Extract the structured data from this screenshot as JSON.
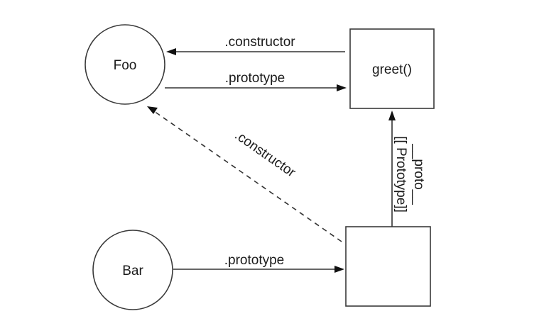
{
  "diagram": {
    "title": "",
    "nodes": [
      {
        "id": "foo",
        "shape": "circle",
        "label": "Foo"
      },
      {
        "id": "greet",
        "shape": "rect",
        "label": "greet()"
      },
      {
        "id": "bar",
        "shape": "circle",
        "label": "Bar"
      },
      {
        "id": "bar_proto",
        "shape": "rect",
        "label": ""
      }
    ],
    "edges": [
      {
        "id": "foo-greet-constructor",
        "from": "greet",
        "to": "foo",
        "label": ".constructor",
        "style": "solid"
      },
      {
        "id": "foo-greet-prototype",
        "from": "foo",
        "to": "greet",
        "label": ".prototype",
        "style": "solid"
      },
      {
        "id": "barproto-foo-constructor",
        "from": "bar_proto",
        "to": "foo",
        "label": ".constructor",
        "style": "dashed"
      },
      {
        "id": "barproto-greet-proto",
        "from": "bar_proto",
        "to": "greet",
        "label": "__proto__",
        "label2": "[[ Prototype]]",
        "style": "solid"
      },
      {
        "id": "bar-barproto-prototype",
        "from": "bar",
        "to": "bar_proto",
        "label": ".prototype",
        "style": "solid"
      }
    ],
    "colors": {
      "stroke": "#333333",
      "text": "#1a1a1a",
      "background": "#ffffff"
    }
  }
}
